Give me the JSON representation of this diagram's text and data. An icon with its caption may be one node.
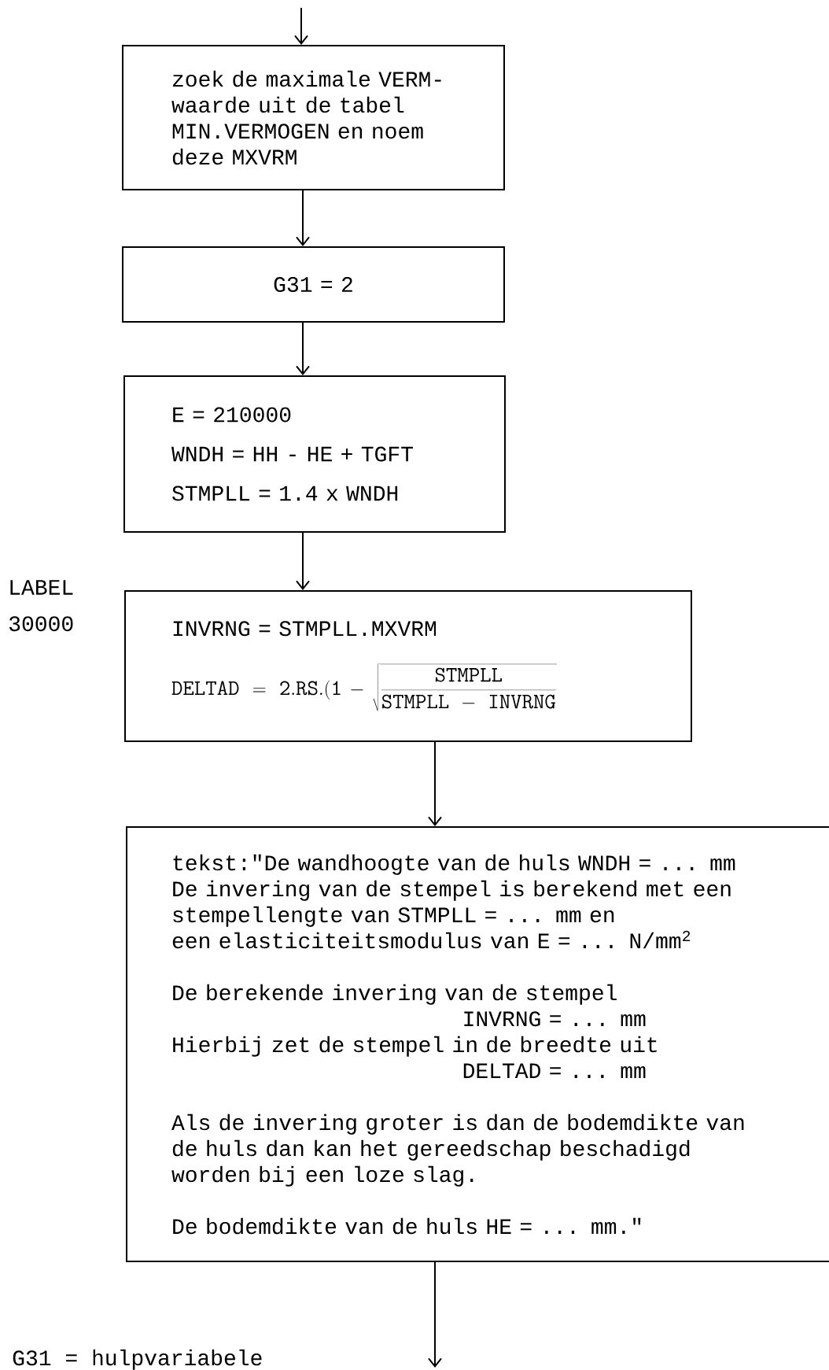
{
  "diagram": {
    "nodes": [
      {
        "text": [
          "zoek de maximale VERM-waarde uit de tabel MIN.VERMOGEN en noem deze MXVRM"
        ]
      },
      {
        "text": [
          "G31 = 2"
        ]
      },
      {
        "text": [
          "E = 210000",
          "WNDH = HH - HE + TGFT",
          "STMPLL = 1.4 x WNDH"
        ]
      },
      {
        "text": [
          "INVRNG = STMPLL.MXVRM",
          "\\mathtt{DELTAD\\ =\\ 2.RS.(1\\ -\\ }\\sqrt{\\frac{\\mathtt{STMPLL}}{\\mathtt{STMPLL\\ -\\ INVRNG}}}"
        ]
      },
      {
        "text": [
          "tekst:\"De wandhoogte van de huls WNDH = ... mm",
          "De invering van de stempel is berekend met een",
          "stempellengte van STMPLL = ... mm en",
          "een elasticiteitsmodulus van E = ... N/mm$^{2}$",
          "De berekende invering van de stempel",
          "INVRNG = ... mm",
          "Hierbij zet de stempel in de breedte uit",
          "DELTAD = ... mm",
          "Als de invering groter is dan de bodemdikte van",
          "de huls dan kan het gereedschap beschadigd",
          "worden bij een loze slag.",
          "De bodemdikte van de huls HE = ... mm.\""
        ]
      }
    ],
    "edges": [
      {
        "from": null,
        "to": 0,
        "arrow": "to"
      },
      {
        "from": 0,
        "to": 1,
        "arrow": "to"
      },
      {
        "from": 1,
        "to": 2,
        "arrow": "to"
      },
      {
        "from": 2,
        "to": 3,
        "arrow": "to"
      },
      {
        "from": 3,
        "to": 4,
        "arrow": "to"
      },
      {
        "from": 4,
        "to": null,
        "arrow": "to"
      }
    ],
    "labels": [
      "LABEL",
      "30000",
      "G31 = hulpvariabele"
    ]
  }
}
